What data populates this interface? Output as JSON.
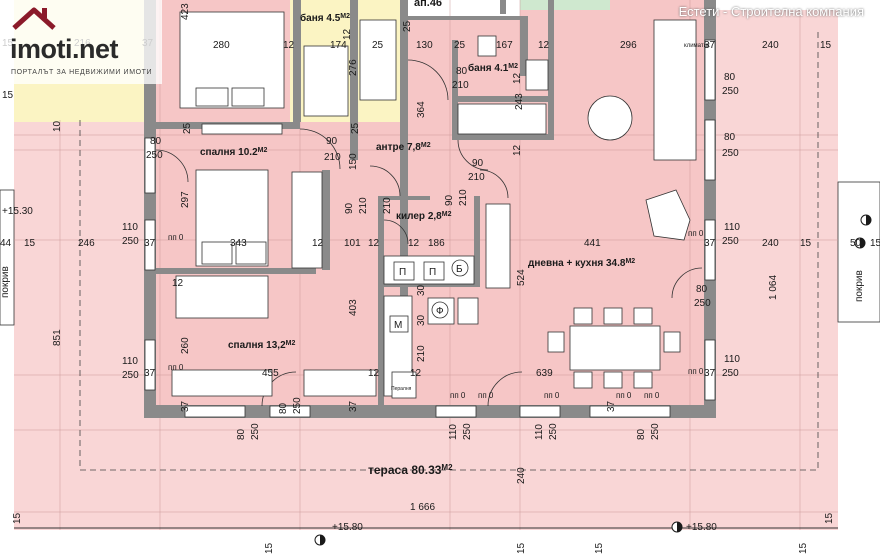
{
  "brand": {
    "logo_text": "imoti.net",
    "logo_sub": "ПОРТАЛЪТ ЗА НЕДВИЖИМИ ИМОТИ",
    "company": "Естети - Строителна компания"
  },
  "colors": {
    "apartment": "#f7c9c9",
    "neighbor": "#fbf4c3",
    "terrace": "#f9d3d3",
    "wall": "#8a8a8a",
    "line": "#333333",
    "accent_red": "#d9534f"
  },
  "rooms": {
    "bath1": "баня 4.5",
    "bath1_unit": "M2",
    "bath2": "баня 4.1",
    "bath2_unit": "M2",
    "hall": "антре 7,8",
    "hall_unit": "M2",
    "bed1": "спалня 10.2",
    "bed1_unit": "M2",
    "pantry": "килер 2,8",
    "pantry_unit": "M2",
    "living": "дневна + кухня 34.8",
    "living_unit": "M2",
    "bed2": "спалня 13,2",
    "bed2_unit": "M2",
    "terrace": "тераса 80.33",
    "terrace_unit": "M2"
  },
  "neighbor_label": "ап.46",
  "side_labels": {
    "left": "покрив",
    "right": "покрив",
    "clima": "климатик",
    "level_left": "+15.30",
    "level_bottom_left": "+15.80",
    "level_bottom_right": "+15.80"
  },
  "kitchen": {
    "p1": "П",
    "p2": "П",
    "b": "Б",
    "m": "М",
    "f": "Ф",
    "sink": "Пералня"
  },
  "dims": {
    "top": [
      "423",
      "15",
      "216",
      "37",
      "280",
      "12",
      "174",
      "25",
      "130",
      "25",
      "167",
      "12",
      "296",
      "37",
      "240",
      "15"
    ],
    "row2": [
      "25",
      "12",
      "25",
      "12",
      "80",
      "210",
      "12",
      "243",
      "80",
      "250"
    ],
    "mid": [
      "276",
      "364",
      "90",
      "210",
      "10",
      "15",
      "80",
      "250"
    ],
    "left_block": [
      "25",
      "80",
      "250",
      "297",
      "110",
      "250"
    ],
    "center_row": [
      "44",
      "15",
      "246",
      "37",
      "343",
      "12",
      "101",
      "12",
      "12",
      "186",
      "441",
      "37",
      "240",
      "15",
      "50",
      "15"
    ],
    "vertical": [
      "150",
      "90",
      "210",
      "90",
      "210",
      "90",
      "210",
      "210",
      "524",
      "403",
      "30",
      "30",
      "210",
      "260",
      "851",
      "1 064"
    ],
    "misc": [
      "80",
      "250",
      "110",
      "250",
      "110",
      "250",
      "110",
      "250",
      "12",
      "455",
      "12",
      "12",
      "639",
      "37",
      "37",
      "37",
      "37",
      "37"
    ],
    "bottom": [
      "80",
      "250",
      "80",
      "250",
      "110",
      "250",
      "110",
      "250",
      "80",
      "250",
      "240",
      "1 666",
      "15",
      "15",
      "15",
      "15",
      "15",
      "15"
    ],
    "openings": [
      "пп 0",
      "пп 0",
      "пп 0",
      "пп 0",
      "пп 0",
      "пп 0",
      "пп 0",
      "пп 0",
      "пп 0"
    ]
  }
}
